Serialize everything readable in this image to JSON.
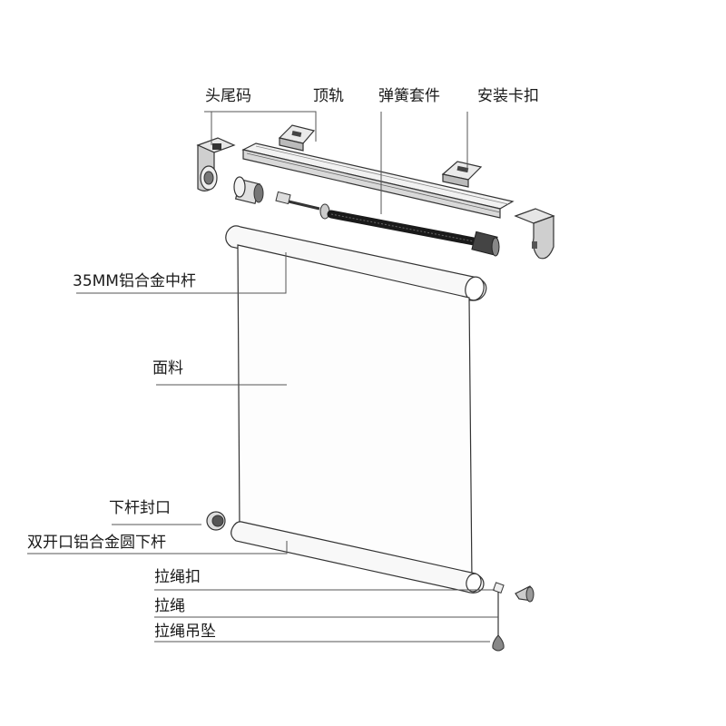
{
  "labels": {
    "end_cap_code": "头尾码",
    "top_rail": "顶轨",
    "spring_kit": "弹簧套件",
    "mount_clip": "安装卡扣",
    "tube_35mm": "35MM铝合金中杆",
    "fabric": "面料",
    "bottom_bar_cap": "下杆封口",
    "bottom_bar": "双开口铝合金圆下杆",
    "cord_buckle": "拉绳扣",
    "cord": "拉绳",
    "cord_weight": "拉绳吊坠"
  }
}
